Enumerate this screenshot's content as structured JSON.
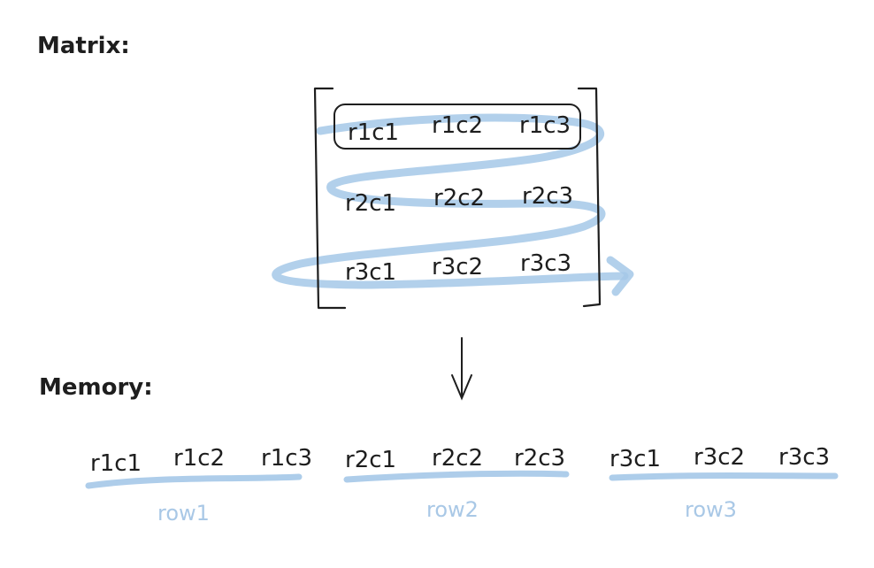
{
  "labels": {
    "matrix_heading": "Matrix:",
    "memory_heading": "Memory:"
  },
  "matrix": {
    "rows": [
      [
        "r1c1",
        "r1c2",
        "r1c3"
      ],
      [
        "r2c1",
        "r2c2",
        "r2c3"
      ],
      [
        "r3c1",
        "r3c2",
        "r3c3"
      ]
    ]
  },
  "memory": {
    "cells": [
      "r1c1",
      "r1c2",
      "r1c3",
      "r2c1",
      "r2c2",
      "r2c3",
      "r3c1",
      "r3c2",
      "r3c3"
    ],
    "groups": [
      "row1",
      "row2",
      "row3"
    ]
  },
  "colors": {
    "ink": "#1e1e1e",
    "highlight": "#a5c8e8",
    "group_label": "#a9c8e6"
  }
}
